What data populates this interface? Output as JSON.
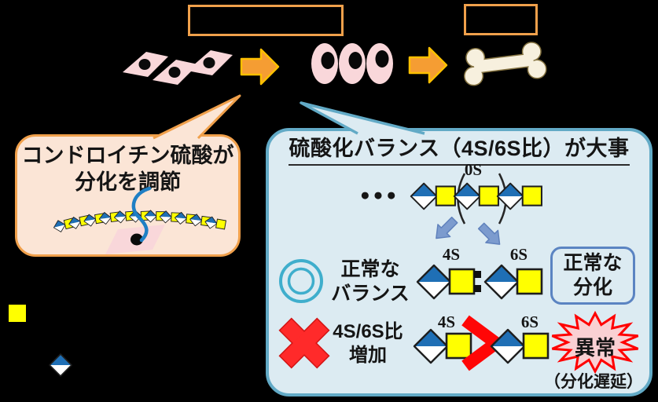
{
  "colors": {
    "background": "#000000",
    "accent-orange": "#F0A04B",
    "arrow-fill": "#F59D33",
    "arrow-stroke": "#FFC000",
    "left-bubble-fill": "#FBE5D6",
    "right-bubble-fill": "#DCEBF2",
    "right-bubble-border": "#62AAC6",
    "cell-pink": "#F9D7DA",
    "diamond-blue": "#1F6FB5",
    "sugar-yellow": "#FFFF00",
    "steel-arrow": "#7C9BCE",
    "teal-circle": "#3FAECC",
    "normal-box-border": "#5B84C2",
    "alert-red": "#FF2222",
    "starburst-fill": "#F9D0D3"
  },
  "top": {
    "label_box_1": "",
    "label_box_2": ""
  },
  "left_bubble": {
    "text_line1": "コンドロイチン硫酸が",
    "text_line2": "分化を調節"
  },
  "right_bubble": {
    "title": "硫酸化バランス（4S/6S比）が大事",
    "zero_s_label": "0S",
    "chain_ellipsis": "●●●",
    "normal_row": {
      "label_line1": "正常な",
      "label_line2": "バランス",
      "unit_left_label": "4S",
      "unit_right_label": "6S",
      "result_line1": "正常な",
      "result_line2": "分化"
    },
    "abnormal_row": {
      "label_line1": "4S/6S比",
      "label_line2": "増加",
      "unit_left_label": "4S",
      "unit_right_label": "6S",
      "result_label": "異常",
      "result_note": "（分化遅延）"
    }
  }
}
